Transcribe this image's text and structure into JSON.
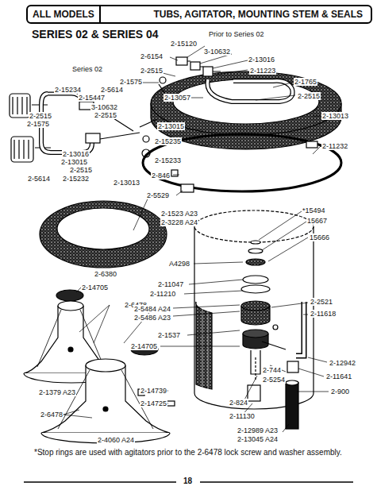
{
  "diagram": {
    "title": "SERIES 02 & SERIES 04",
    "nodes": [
      {
        "text": [
          "ALL MODELS",
          "TUBS, AGITATOR, MOUNTING STEM & SEALS"
        ]
      }
    ],
    "labels": [
      "Prior to Series 02",
      "2-15120",
      "3-10632",
      "2-6154",
      "2-13016",
      "2-2515",
      "2-11223",
      "Series 02",
      "2-1575",
      "2-1765",
      "2-5614",
      "2-15234",
      "2-15447",
      "2-13057",
      "2-2515",
      "3-10632",
      "2-2515",
      "2-2515",
      "2-1575",
      "2-13013",
      "2-13015",
      "2-15235",
      "2-13016",
      "2-13015",
      "2-2515",
      "2-11232",
      "2-15233",
      "2-5614",
      "2-15232",
      "2-13013",
      "2-846",
      "2-5529",
      "2-1523 A23",
      "2-3228 A24",
      "*15494",
      "15667",
      "15666",
      "2-6380",
      "A4298",
      "2-14705",
      "2-11047",
      "2-11210",
      "2-6478",
      "2-5484 A24",
      "2-5486 A23",
      "2-2521",
      "2-11618",
      "2-1537",
      "2-14705",
      "2-12942",
      "2-744",
      "2-5254",
      "2-11641",
      "2-1379 A23",
      "2-14739",
      "2-900",
      "2-14725",
      "2-824",
      "2-6478",
      "2-11130",
      "2-12989 A23",
      "2-13045 A24",
      "2-4060 A24",
      "*Stop rings are used with agitators prior to the 2-6478 lock screw and washer assembly.",
      "18"
    ]
  }
}
